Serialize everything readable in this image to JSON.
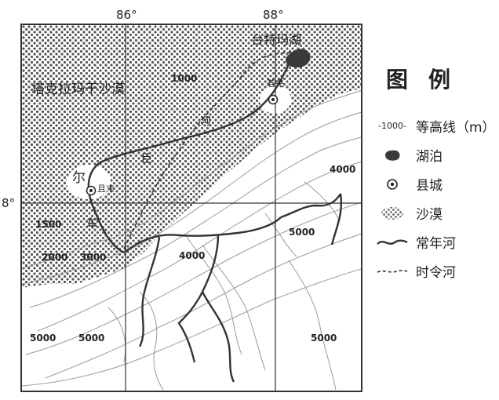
{
  "map": {
    "longitude_labels": [
      "86°",
      "88°"
    ],
    "latitude_label": "8°",
    "place_labels": {
      "desert": "塔克拉玛干沙漠",
      "lake": "台特玛湖",
      "county_north": "若羌",
      "county_south": "且末",
      "river_chars": [
        "尔",
        "臣",
        "车",
        "河"
      ]
    },
    "contour_values": [
      "1000",
      "1500",
      "2000",
      "3000",
      "4000",
      "4000",
      "5000",
      "5000",
      "5000",
      "5000"
    ],
    "colors": {
      "desert_dot": "#555555",
      "lake": "#3a3a3a",
      "river": "#333333",
      "contour": "#9a9a9a"
    }
  },
  "legend": {
    "title": "图例",
    "items": [
      {
        "symbol": "contour",
        "symbol_text": "-1000-",
        "label": "等高线（m）"
      },
      {
        "symbol": "lake-icon",
        "label": "湖泊"
      },
      {
        "symbol": "county-icon",
        "label": "县城"
      },
      {
        "symbol": "desert-icon",
        "label": "沙漠"
      },
      {
        "symbol": "perennial-river-icon",
        "label": "常年河"
      },
      {
        "symbol": "seasonal-river-icon",
        "label": "时令河"
      }
    ]
  }
}
